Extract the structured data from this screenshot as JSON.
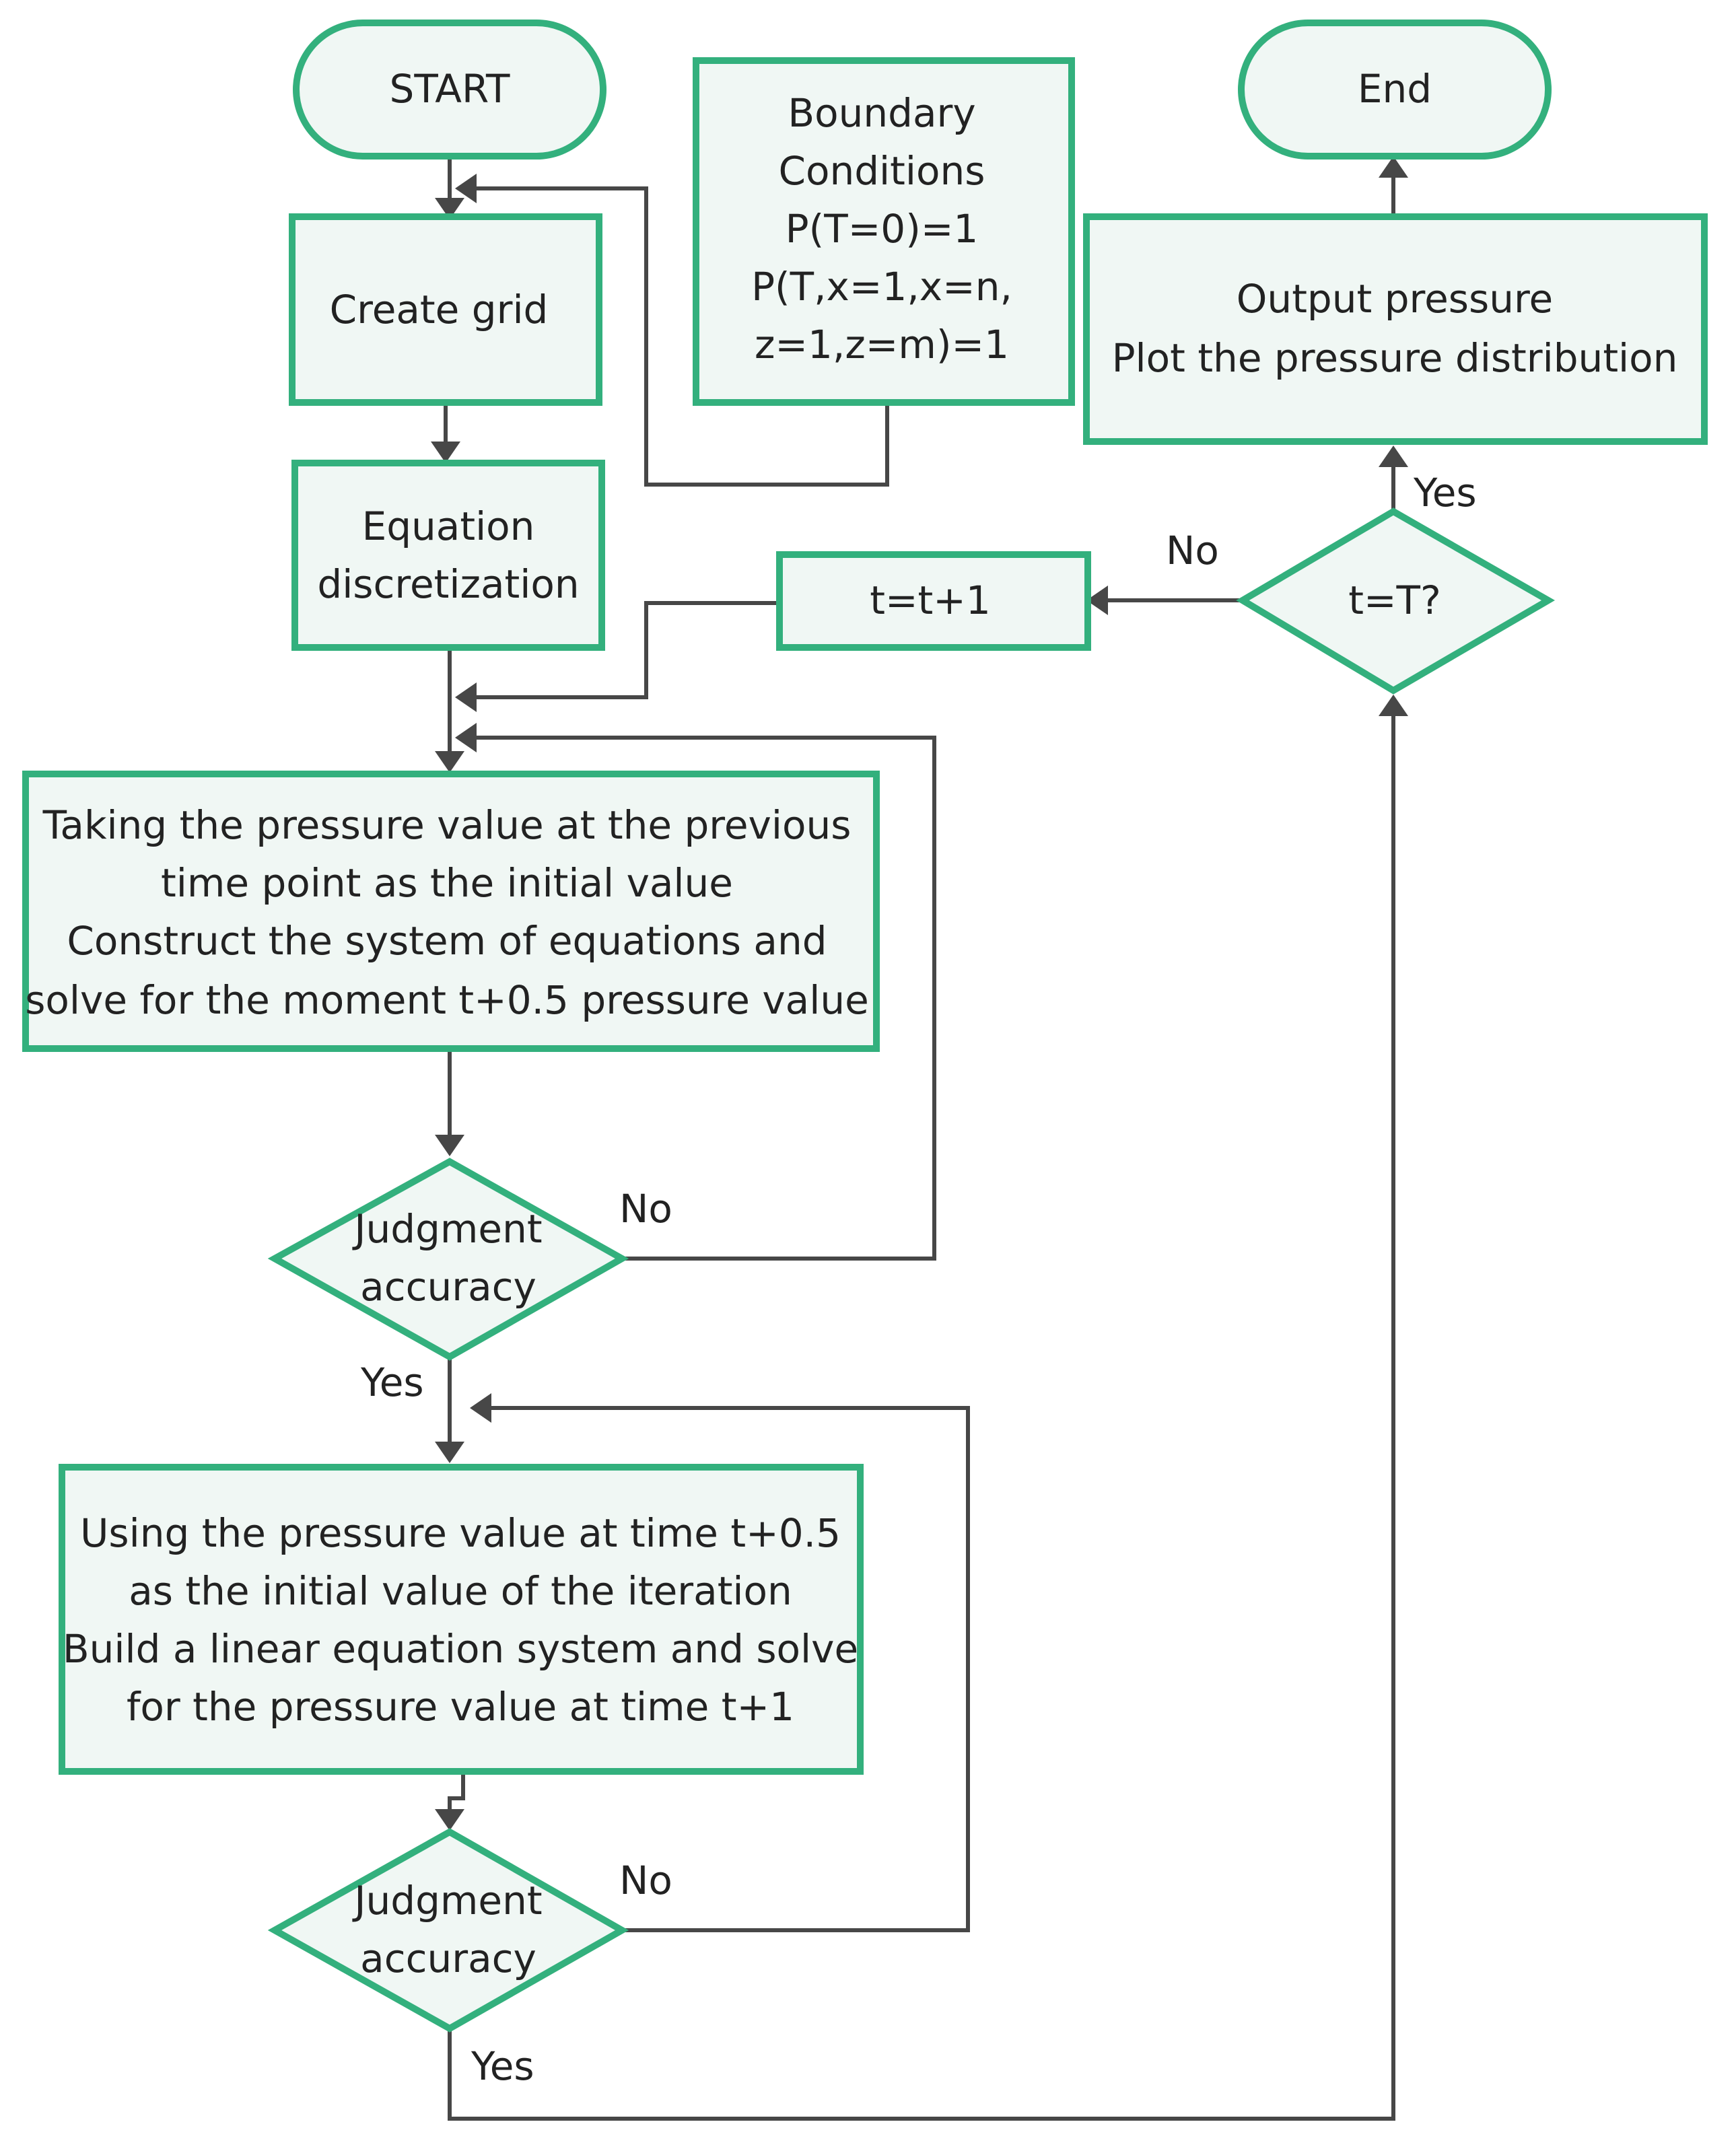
{
  "nodes": {
    "start": {
      "text": "START"
    },
    "end": {
      "text": "End"
    },
    "create_grid": {
      "text": "Create grid"
    },
    "boundary": {
      "lines": [
        "Boundary",
        "Conditions",
        "P(T=0)=1",
        "P(T,x=1,x=n,",
        "z=1,z=m)=1"
      ]
    },
    "output": {
      "lines": [
        "Output pressure",
        "Plot the pressure distribution"
      ]
    },
    "discretization": {
      "lines": [
        "Equation",
        "discretization"
      ]
    },
    "increment": {
      "text": "t=t+1"
    },
    "time_check": {
      "text": "t=T?"
    },
    "step_half": {
      "lines": [
        "Taking the pressure value at the previous",
        "time point as the initial value",
        "Construct the system of equations and",
        "solve for the moment t+0.5 pressure value"
      ]
    },
    "judge_1": {
      "lines": [
        "Judgment",
        "accuracy"
      ]
    },
    "step_full": {
      "lines": [
        "Using the pressure value at time t+0.5",
        "as the initial value of the iteration",
        "Build a linear equation system and solve",
        "for the pressure value at time t+1"
      ]
    },
    "judge_2": {
      "lines": [
        "Judgment",
        "accuracy"
      ]
    }
  },
  "edge_labels": {
    "time_yes": "Yes",
    "time_no": "No",
    "judge1_no": "No",
    "judge1_yes": "Yes",
    "judge2_no": "No",
    "judge2_yes": "Yes"
  },
  "colors": {
    "node_fill": "#f0f7f4",
    "node_stroke": "#33b07d",
    "edge": "#474747",
    "text": "#222222"
  }
}
